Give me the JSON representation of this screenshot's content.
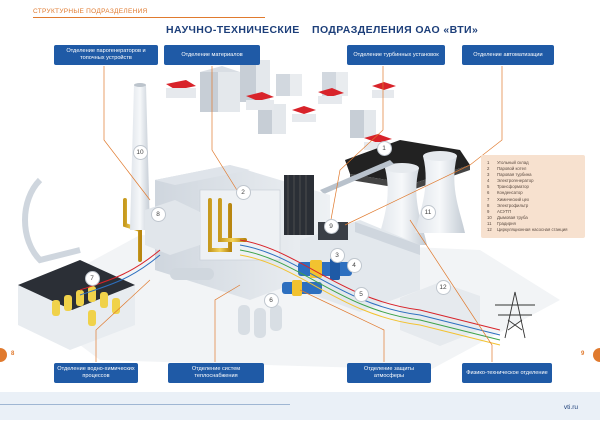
{
  "header": {
    "section_label": "СТРУКТУРНЫЕ ПОДРАЗДЕЛЕНИЯ",
    "title_left": "НАУЧНО-ТЕХНИЧЕСКИЕ",
    "title_right": "ПОДРАЗДЕЛЕНИЯ ОАО «ВТИ»"
  },
  "departments": {
    "steam_generators": "Отделение парогенераторов и топочных устройств",
    "materials": "Отделение материалов",
    "turbines": "Отделение турбинных установок",
    "automation": "Отделение автоматизации",
    "water_chem": "Отделение водно-химических процессов",
    "heat_supply": "Отделение систем теплоснабжения",
    "atmosphere": "Отделение защиты атмосферы",
    "physics": "Физико-техническое отделение"
  },
  "legend": {
    "items": [
      {
        "n": "1",
        "label": "Угольный склад"
      },
      {
        "n": "2",
        "label": "Паровой котел"
      },
      {
        "n": "3",
        "label": "Паровая турбина"
      },
      {
        "n": "4",
        "label": "Электрогенератор"
      },
      {
        "n": "5",
        "label": "Трансформатор"
      },
      {
        "n": "6",
        "label": "Конденсатор"
      },
      {
        "n": "7",
        "label": "Химический цех"
      },
      {
        "n": "8",
        "label": "Электрофильтр"
      },
      {
        "n": "9",
        "label": "АСУТП"
      },
      {
        "n": "10",
        "label": "Дымовая труба"
      },
      {
        "n": "11",
        "label": "Градирня"
      },
      {
        "n": "12",
        "label": "Циркуляционная насосная станция"
      }
    ]
  },
  "markers": [
    "1",
    "2",
    "3",
    "4",
    "5",
    "6",
    "7",
    "8",
    "9",
    "10",
    "11",
    "12"
  ],
  "pages": {
    "left": "8",
    "right": "9"
  },
  "footer": {
    "url": "vti.ru"
  },
  "colors": {
    "brand_blue": "#1f5aa6",
    "accent_orange": "#e07a2e",
    "legend_bg": "#f7e1cf"
  }
}
